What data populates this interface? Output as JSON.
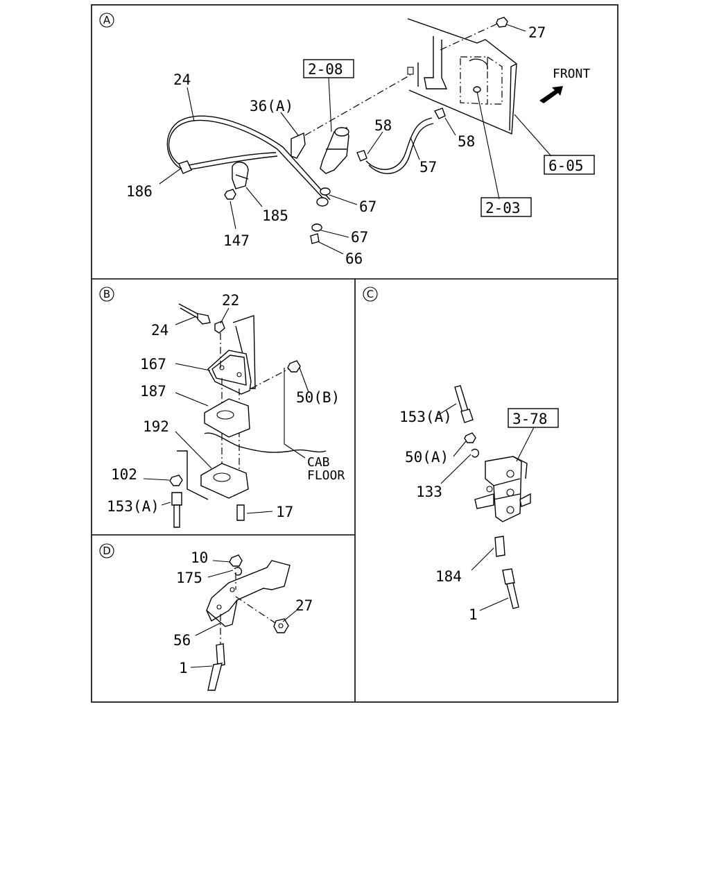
{
  "sections": {
    "a": {
      "marker": "A"
    },
    "b": {
      "marker": "B"
    },
    "c": {
      "marker": "C"
    },
    "d": {
      "marker": "D"
    }
  },
  "a_labels": {
    "l27": "27",
    "front": "FRONT",
    "ref_208": "2-08",
    "l24": "24",
    "l36a": "36(A)",
    "l58a": "58",
    "l58b": "58",
    "l57": "57",
    "ref_605": "6-05",
    "l186": "186",
    "l67a": "67",
    "l185": "185",
    "ref_203": "2-03",
    "l147": "147",
    "l67b": "67",
    "l66": "66"
  },
  "b_labels": {
    "l22": "22",
    "l24": "24",
    "l167": "167",
    "l187": "187",
    "l50b": "50(B)",
    "l192": "192",
    "cab": "CAB",
    "floor": "FLOOR",
    "l102": "102",
    "l153a": "153(A)",
    "l17": "17"
  },
  "c_labels": {
    "l153a": "153(A)",
    "ref_378": "3-78",
    "l50a": "50(A)",
    "l133": "133",
    "l184": "184",
    "l1": "1"
  },
  "d_labels": {
    "l10": "10",
    "l175": "175",
    "l27": "27",
    "l56": "56",
    "l1": "1"
  }
}
